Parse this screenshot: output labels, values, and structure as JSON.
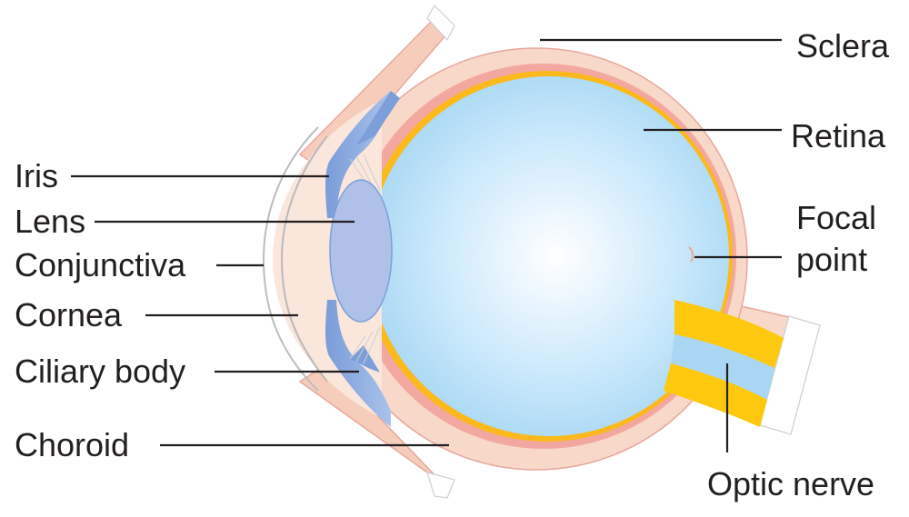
{
  "labels": {
    "sclera": "Sclera",
    "retina": "Retina",
    "focal_point_line1": "Focal",
    "focal_point_line2": "point",
    "optic_nerve": "Optic nerve",
    "iris": "Iris",
    "lens": "Lens",
    "conjunctiva": "Conjunctiva",
    "cornea": "Cornea",
    "ciliary_body": "Ciliary body",
    "choroid": "Choroid"
  },
  "colors": {
    "sclera": "#f7d8c9",
    "sclera_edge": "#e7a89a",
    "choroid": "#f2a7a0",
    "retina": "#fbb91c",
    "vitreous_center": "#ffffff",
    "vitreous_edge": "#9fd3f2",
    "lens": "#afc1e8",
    "iris": "#7c9fd9",
    "optic_nerve": "#fdc80d",
    "label_text": "#231f20"
  }
}
